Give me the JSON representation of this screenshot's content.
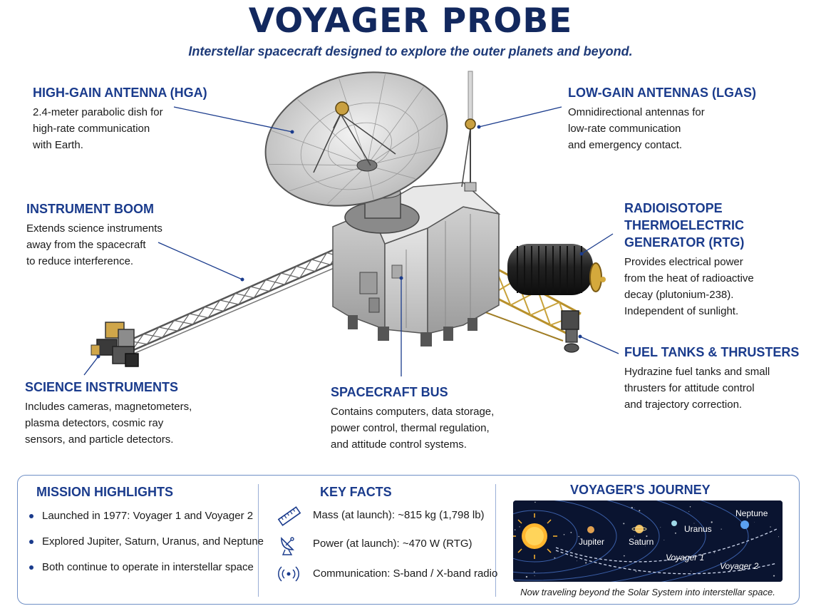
{
  "header": {
    "title": "VOYAGER PROBE",
    "subtitle": "Interstellar spacecraft designed to explore the outer planets and beyond."
  },
  "callouts": {
    "hga": {
      "title": "HIGH-GAIN ANTENNA (HGA)",
      "text": "2.4-meter parabolic dish for\nhigh-rate communication\nwith Earth."
    },
    "lga": {
      "title": "LOW-GAIN ANTENNAS (LGAs)",
      "text": "Omnidirectional antennas for\nlow-rate communication\nand emergency contact."
    },
    "boom": {
      "title": "INSTRUMENT BOOM",
      "text": "Extends science instruments\naway from the spacecraft\nto reduce interference."
    },
    "rtg": {
      "title": "RADIOISOTOPE THERMOELECTRIC\nGENERATOR (RTG)",
      "text": "Provides electrical power\nfrom the heat of radioactive\ndecay (plutonium-238).\nIndependent of sunlight."
    },
    "science": {
      "title": "SCIENCE INSTRUMENTS",
      "text": "Includes cameras, magnetometers,\nplasma detectors, cosmic ray\nsensors, and particle detectors."
    },
    "bus": {
      "title": "SPACECRAFT BUS",
      "text": "Contains computers, data storage,\npower control, thermal regulation,\nand attitude control systems."
    },
    "fuel": {
      "title": "FUEL TANKS & THRUSTERS",
      "text": "Hydrazine fuel tanks and small\nthrusters for attitude control\nand trajectory correction."
    }
  },
  "panel": {
    "highlights": {
      "title": "MISSION HIGHLIGHTS",
      "items": [
        "Launched in 1977: Voyager 1 and Voyager 2",
        "Explored Jupiter, Saturn, Uranus, and Neptune",
        "Both continue to operate in interstellar space"
      ]
    },
    "facts": {
      "title": "KEY FACTS",
      "items": [
        {
          "icon": "ruler-icon",
          "text": "Mass (at launch): ~815 kg (1,798 lb)"
        },
        {
          "icon": "satellite-dish-icon",
          "text": "Power (at launch): ~470 W (RTG)"
        },
        {
          "icon": "radio-signal-icon",
          "text": "Communication: S-band / X-band radio"
        }
      ]
    },
    "journey": {
      "title": "VOYAGER'S JOURNEY",
      "labels": {
        "jupiter": "Jupiter",
        "saturn": "Saturn",
        "uranus": "Uranus",
        "neptune": "Neptune",
        "voyager1": "Voyager 1",
        "voyager2": "Voyager 2"
      },
      "caption": "Now traveling beyond the Solar System into interstellar space."
    }
  },
  "colors": {
    "title": "#12285e",
    "heading": "#1a3b8c",
    "leader_line": "#1a3b8c",
    "space": "#0a1430",
    "truss_gold": "#c8a23a"
  }
}
